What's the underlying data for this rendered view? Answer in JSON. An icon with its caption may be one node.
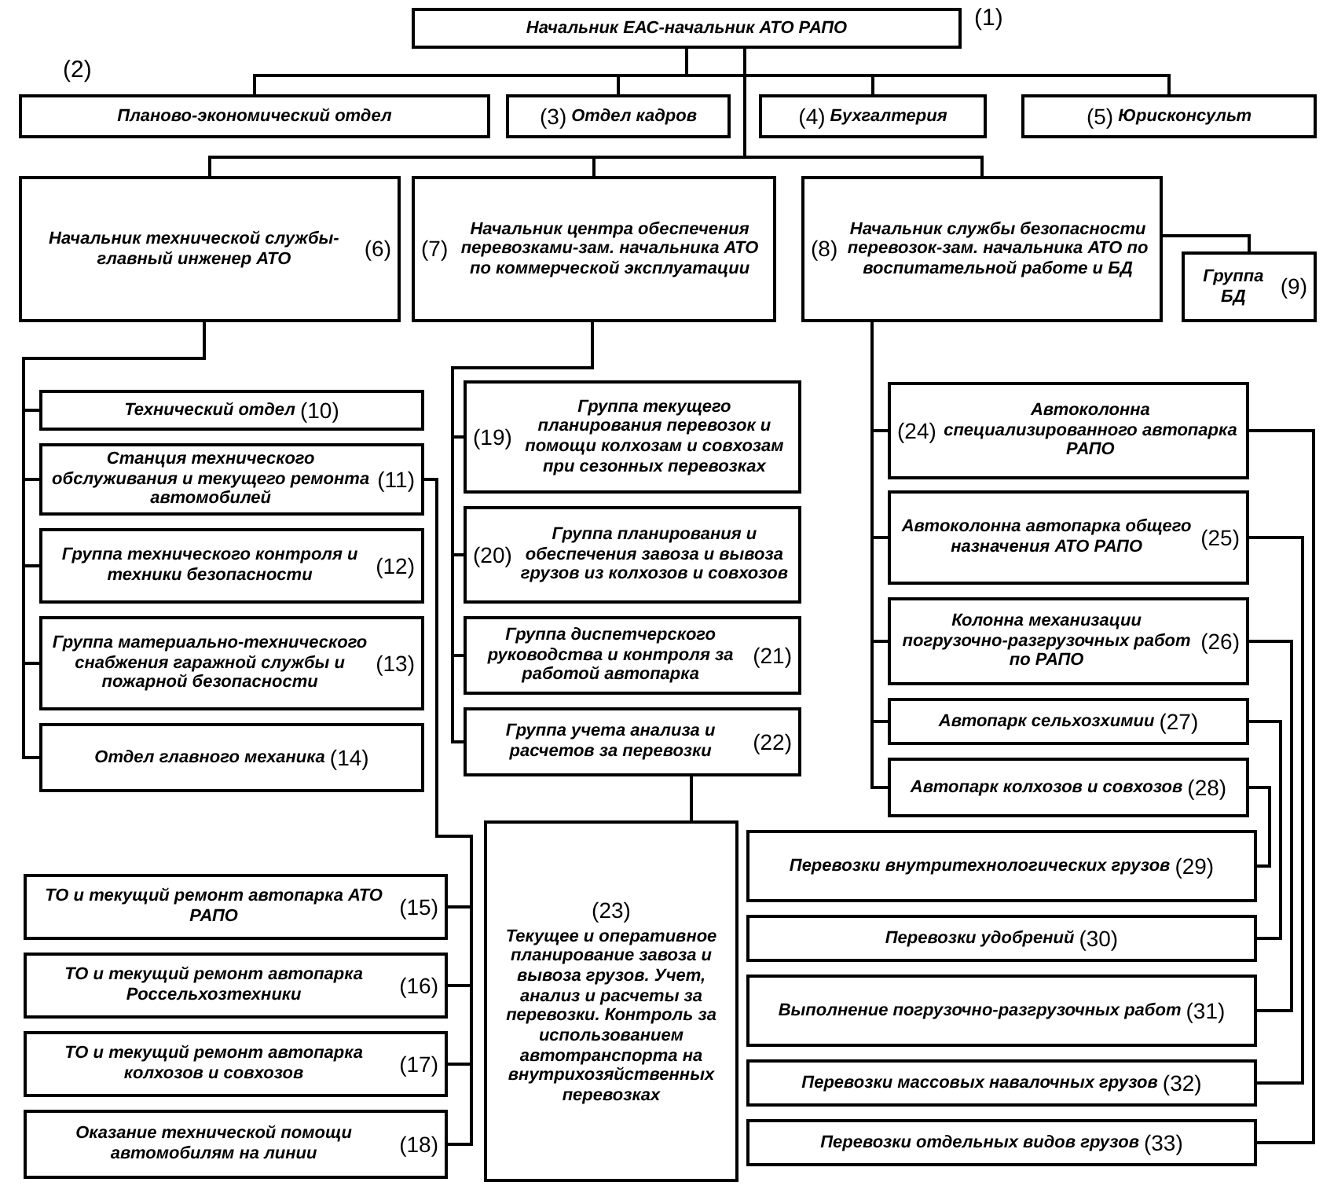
{
  "diagram": {
    "nodes": [
      {
        "text": [
          "Начальник ЕАС-начальник АТО РАПО"
        ],
        "beside": [
          "(1)"
        ]
      },
      {
        "text": [
          "Планово-экономический отдел"
        ],
        "beside": [
          "(2)"
        ]
      },
      {
        "text": [
          "(3)",
          "Отдел кадров"
        ]
      },
      {
        "text": [
          "(4)",
          "Бухгалтерия"
        ]
      },
      {
        "text": [
          "(5)",
          "Юрисконсульт"
        ]
      },
      {
        "text": [
          "Начальник технической службы-главный инженер АТО",
          "(6)"
        ]
      },
      {
        "text": [
          "(7)",
          "Начальник центра обеспечения перевозками-зам. начальника АТО по коммерческой эксплуатации"
        ]
      },
      {
        "text": [
          "(8)",
          "Начальник службы безопасности перевозок-зам. начальника АТО по воспитательной работе и БД"
        ]
      },
      {
        "text": [
          "Группа БД",
          "(9)"
        ]
      },
      {
        "text": [
          "Технический отдел",
          "(10)"
        ]
      },
      {
        "text": [
          "Станция технического обслуживания и текущего ремонта автомобилей",
          "(11)"
        ]
      },
      {
        "text": [
          "Группа технического контроля и техники безопасности",
          "(12)"
        ]
      },
      {
        "text": [
          "Группа материально-технического снабжения гаражной службы и пожарной безопасности",
          "(13)"
        ]
      },
      {
        "text": [
          "Отдел главного механика",
          "(14)"
        ]
      },
      {
        "text": [
          "ТО и текущий ремонт автопарка АТО РАПО",
          "(15)"
        ]
      },
      {
        "text": [
          "ТО и текущий ремонт автопарка Россельхозтехники",
          "(16)"
        ]
      },
      {
        "text": [
          "ТО и текущий ремонт автопарка колхозов и совхозов",
          "(17)"
        ]
      },
      {
        "text": [
          "Оказание технической помощи автомобилям на линии",
          "(18)"
        ]
      },
      {
        "text": [
          "(19)",
          "Группа текущего планирования перевозок и помощи колхозам и совхозам при сезонных перевозках"
        ]
      },
      {
        "text": [
          "(20)",
          "Группа планирования и обеспечения завоза и вывоза грузов из колхозов и совхозов"
        ]
      },
      {
        "text": [
          "Группа диспетчерского руководства и контроля за работой автопарка",
          "(21)"
        ]
      },
      {
        "text": [
          "Группа учета анализа и расчетов за перевозки",
          "(22)"
        ]
      },
      {
        "text": [
          "(23)",
          "Текущее и оперативное планирование завоза и вывоза грузов. Учет, анализ и расчеты за перевозки. Контроль за использованием автотранспорта на внутрихозяйственных перевозках"
        ]
      },
      {
        "text": [
          "(24)",
          "Автоколонна специализированного автопарка РАПО"
        ]
      },
      {
        "text": [
          "Автоколонна автопарка общего назначения АТО РАПО",
          "(25)"
        ]
      },
      {
        "text": [
          "Колонна механизации погрузочно-разгрузочных работ по РАПО",
          "(26)"
        ]
      },
      {
        "text": [
          "Автопарк сельхозхимии",
          "(27)"
        ]
      },
      {
        "text": [
          "Автопарк колхозов и совхозов",
          "(28)"
        ]
      },
      {
        "text": [
          "Перевозки внутритехнологических грузов",
          "(29)"
        ]
      },
      {
        "text": [
          "Перевозки удобрений",
          "(30)"
        ]
      },
      {
        "text": [
          "Выполнение погрузочно-разгрузочных работ",
          "(31)"
        ]
      },
      {
        "text": [
          "Перевозки массовых навалочных грузов",
          "(32)"
        ]
      },
      {
        "text": [
          "Перевозки отдельных видов грузов",
          "(33)"
        ]
      }
    ],
    "edges": [
      {
        "from": 0,
        "to": 1,
        "arrow": "none"
      },
      {
        "from": 0,
        "to": 2,
        "arrow": "none"
      },
      {
        "from": 0,
        "to": 3,
        "arrow": "none"
      },
      {
        "from": 0,
        "to": 4,
        "arrow": "none"
      },
      {
        "from": 0,
        "to": 5,
        "arrow": "none"
      },
      {
        "from": 0,
        "to": 6,
        "arrow": "none"
      },
      {
        "from": 0,
        "to": 7,
        "arrow": "none"
      },
      {
        "from": 7,
        "to": 8,
        "arrow": "none"
      },
      {
        "from": 5,
        "to": 9,
        "arrow": "none"
      },
      {
        "from": 5,
        "to": 10,
        "arrow": "none"
      },
      {
        "from": 5,
        "to": 11,
        "arrow": "none"
      },
      {
        "from": 5,
        "to": 12,
        "arrow": "none"
      },
      {
        "from": 5,
        "to": 13,
        "arrow": "none"
      },
      {
        "from": 10,
        "to": 14,
        "arrow": "none"
      },
      {
        "from": 10,
        "to": 15,
        "arrow": "none"
      },
      {
        "from": 10,
        "to": 16,
        "arrow": "none"
      },
      {
        "from": 10,
        "to": 17,
        "arrow": "none"
      },
      {
        "from": 6,
        "to": 18,
        "arrow": "none"
      },
      {
        "from": 6,
        "to": 19,
        "arrow": "none"
      },
      {
        "from": 6,
        "to": 20,
        "arrow": "none"
      },
      {
        "from": 6,
        "to": 21,
        "arrow": "none"
      },
      {
        "from": 21,
        "to": 22,
        "arrow": "none"
      },
      {
        "from": 7,
        "to": 23,
        "arrow": "none"
      },
      {
        "from": 7,
        "to": 24,
        "arrow": "none"
      },
      {
        "from": 7,
        "to": 25,
        "arrow": "none"
      },
      {
        "from": 7,
        "to": 26,
        "arrow": "none"
      },
      {
        "from": 7,
        "to": 27,
        "arrow": "none"
      },
      {
        "from": 23,
        "to": 32,
        "arrow": "none"
      },
      {
        "from": 24,
        "to": 31,
        "arrow": "none"
      },
      {
        "from": 25,
        "to": 30,
        "arrow": "none"
      },
      {
        "from": 26,
        "to": 29,
        "arrow": "none"
      },
      {
        "from": 27,
        "to": 28,
        "arrow": "none"
      }
    ]
  }
}
